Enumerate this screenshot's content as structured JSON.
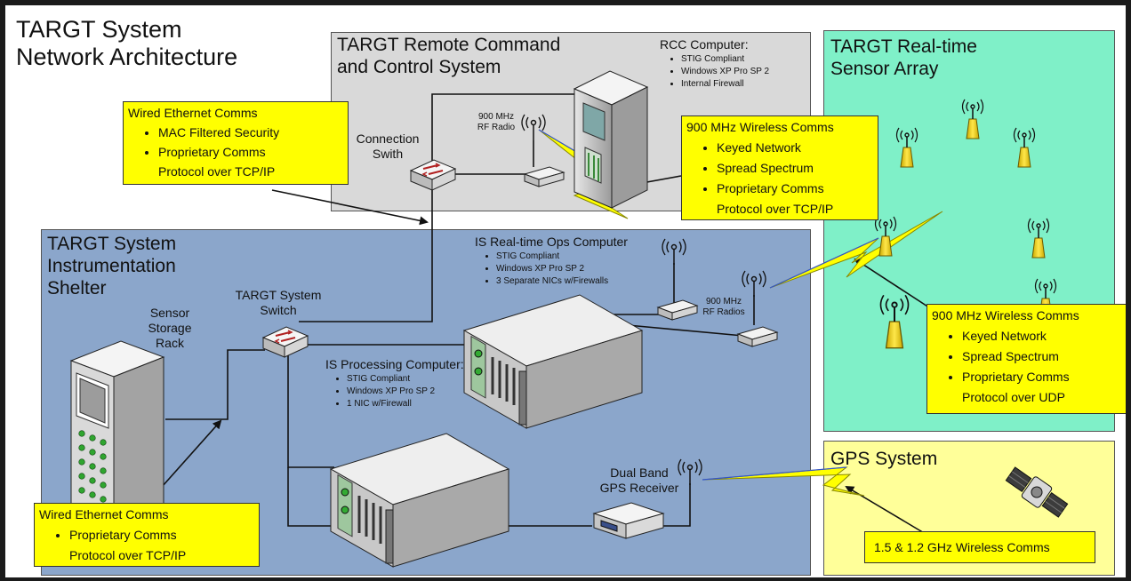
{
  "diagram": {
    "title": "TARGT System\nNetwork Architecture",
    "zones": {
      "rcc": {
        "title": "TARGT Remote Command\nand Control System",
        "color": "#d9d9d9"
      },
      "sensor_array": {
        "title": "TARGT Real-time\nSensor Array",
        "color": "#7ff0c8"
      },
      "shelter": {
        "title": "TARGT System\nInstrumentation\nShelter",
        "color": "#8ba6cb"
      },
      "gps": {
        "title": "GPS System",
        "color": "#ffff99"
      }
    },
    "rcc_computer": {
      "heading": "RCC Computer:",
      "items": [
        "STIG Compliant",
        "Windows XP Pro SP 2",
        "Internal Firewall"
      ]
    },
    "ops_computer": {
      "heading": "IS Real-time Ops Computer",
      "items": [
        "STIG Compliant",
        "Windows XP Pro SP 2",
        "3 Separate NICs w/Firewalls"
      ]
    },
    "processing_computer": {
      "heading": "IS Processing Computer:",
      "items": [
        "STIG Compliant",
        "Windows XP Pro SP 2",
        "1 NIC w/Firewall"
      ]
    },
    "labels": {
      "connection_switch": "Connection\nSwith",
      "rcc_radio": "900 MHz\nRF Radio",
      "system_switch": "TARGT System\nSwitch",
      "storage_rack": "Sensor\nStorage\nRack",
      "is_radios": "900 MHz\nRF Radios",
      "gps_receiver": "Dual Band\nGPS Receiver"
    },
    "callouts": {
      "wired_top": {
        "title": "Wired Ethernet Comms",
        "items": [
          "MAC Filtered Security",
          "Proprietary Comms"
        ],
        "continuation": "Protocol over TCP/IP"
      },
      "wireless_rcc": {
        "title": "900 MHz Wireless Comms",
        "items": [
          "Keyed Network",
          "Spread Spectrum",
          "Proprietary Comms"
        ],
        "continuation": "Protocol over TCP/IP"
      },
      "wireless_sensor": {
        "title": "900 MHz Wireless Comms",
        "items": [
          "Keyed Network",
          "Spread Spectrum",
          "Proprietary Comms"
        ],
        "continuation": "Protocol over UDP"
      },
      "wired_bottom": {
        "title": "Wired Ethernet Comms",
        "items": [
          "Proprietary Comms"
        ],
        "continuation": "Protocol over TCP/IP"
      },
      "gps_comms": {
        "text": "1.5 & 1.2 GHz Wireless Comms"
      }
    },
    "colors": {
      "callout": "#ffff00",
      "lightning": "#ffff00",
      "wire": "#111111"
    }
  }
}
